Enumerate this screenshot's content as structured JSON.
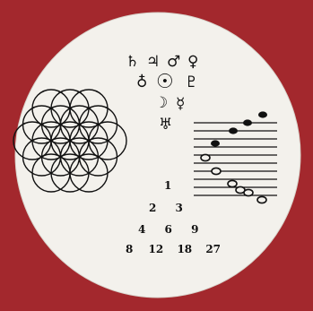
{
  "background_color": "#a3282d",
  "disc_color": "#f3f1ec",
  "ink_color": "#111111",
  "symbols": {
    "row1": [
      "♄",
      "♃",
      "♂",
      "♀"
    ],
    "row2": [
      "♁",
      "☉",
      "♇"
    ],
    "row3": [
      "☽",
      "☿"
    ],
    "row4": "♅"
  },
  "number_pyramid": [
    [
      "1"
    ],
    [
      "2",
      "3"
    ],
    [
      "4",
      "6",
      "9"
    ],
    [
      "8",
      "12",
      "18",
      "27"
    ]
  ],
  "icons": {
    "left": "flower-of-life-icon",
    "right": "musical-staff-icon"
  }
}
